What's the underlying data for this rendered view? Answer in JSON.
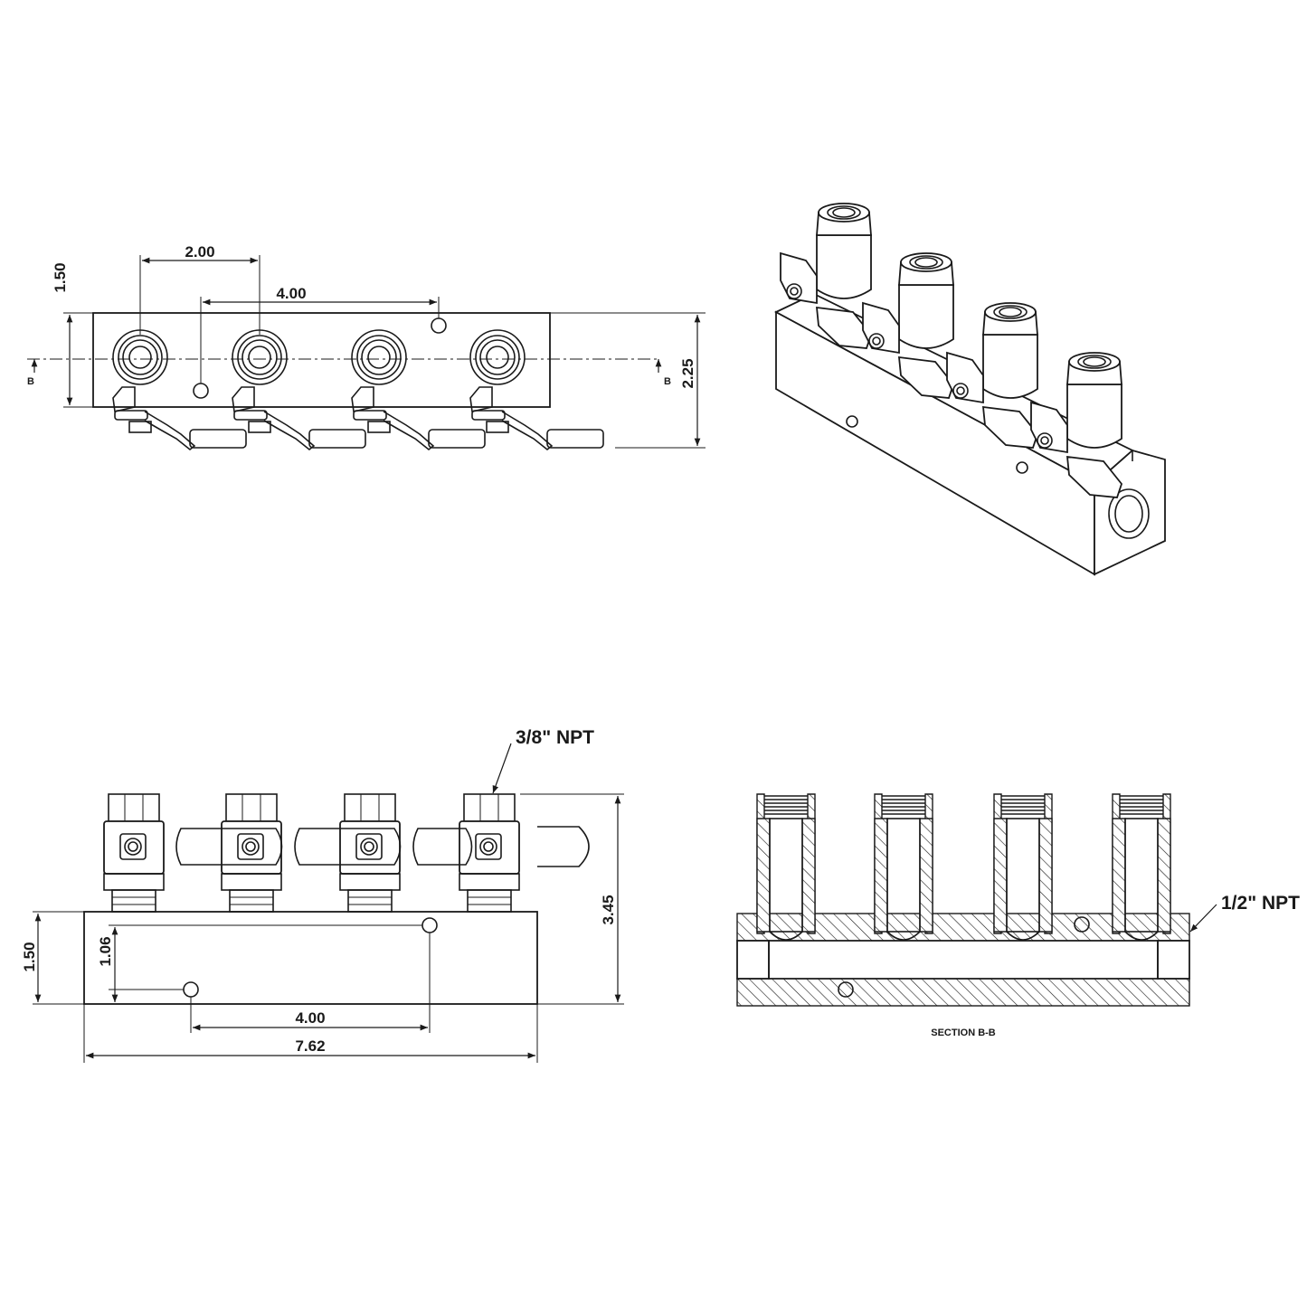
{
  "colors": {
    "ink": "#1a1a1a",
    "paper": "#ffffff"
  },
  "top_view": {
    "dims": {
      "port_pitch": "2.00",
      "mount_hole_span": "4.00",
      "body_height": "1.50",
      "overall_height": "2.25"
    },
    "section_mark_left": "B",
    "section_mark_right": "B"
  },
  "front_view": {
    "callout_outlet": "3/8\" NPT",
    "dims": {
      "body_height": "1.50",
      "hole_offset": "1.06",
      "hole_span": "4.00",
      "overall_length": "7.62",
      "overall_height": "3.45"
    }
  },
  "section_view": {
    "callout_inlet": "1/2\" NPT",
    "title": "SECTION B-B"
  }
}
